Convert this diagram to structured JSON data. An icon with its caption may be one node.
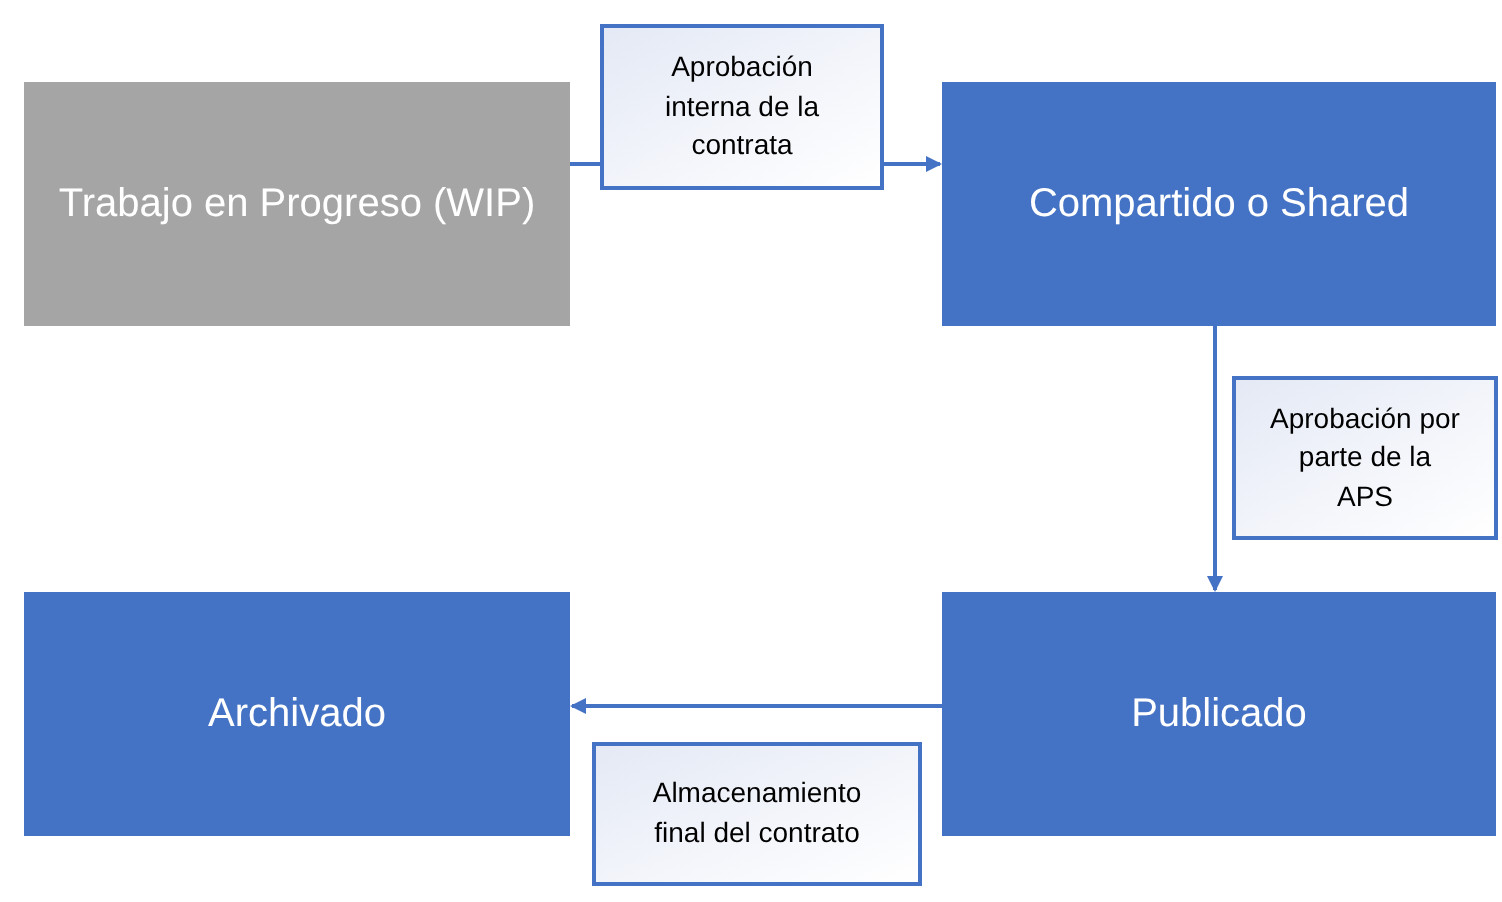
{
  "diagram": {
    "nodes": [
      {
        "text": [
          "Trabajo en Progreso (WIP)"
        ]
      },
      {
        "text": [
          "Compartido o Shared"
        ]
      },
      {
        "text": [
          "Archivado"
        ]
      },
      {
        "text": [
          "Publicado"
        ]
      }
    ],
    "edges": [
      {
        "from": 0,
        "to": 1,
        "arrow": "to",
        "label": "Aprobación interna de la contrata"
      },
      {
        "from": 1,
        "to": 3,
        "arrow": "to",
        "label": "Aprobación por parte de la APS"
      },
      {
        "from": 3,
        "to": 2,
        "arrow": "to",
        "label": "Almacenamiento final del contrato"
      }
    ]
  }
}
